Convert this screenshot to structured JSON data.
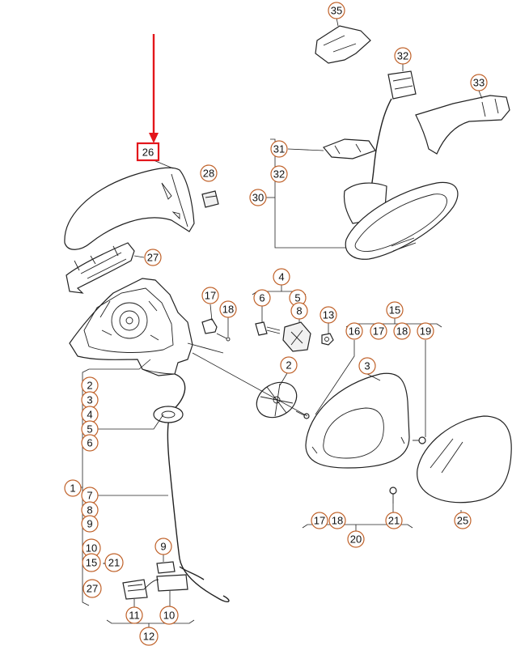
{
  "diagram": {
    "highlight_color": "#e3161b",
    "callout_color": "#c0622a",
    "labels": {
      "p1": "1",
      "p2a": "2",
      "p2b": "2",
      "p3a": "3",
      "p3b": "3",
      "p4a": "4",
      "p4b": "4",
      "p5a": "5",
      "p5b": "5",
      "p6a": "6",
      "p6b": "6",
      "p7": "7",
      "p8a": "8",
      "p8b": "8",
      "p9a": "9",
      "p9b": "9",
      "p10a": "10",
      "p10b": "10",
      "p11": "11",
      "p12": "12",
      "p13": "13",
      "p15a": "15",
      "p15b": "15",
      "dash": "-",
      "p21b": "21",
      "p16": "16",
      "p17a": "17",
      "p17b": "17",
      "p17c": "17",
      "p18a": "18",
      "p18b": "18",
      "p18c": "18",
      "p19": "19",
      "p20": "20",
      "p21": "21",
      "p25": "25",
      "p26": "26",
      "p27a": "27",
      "p27b": "27",
      "p28": "28",
      "p30": "30",
      "p31": "31",
      "p32a": "32",
      "p32b": "32",
      "p33": "33",
      "p35": "35"
    }
  }
}
